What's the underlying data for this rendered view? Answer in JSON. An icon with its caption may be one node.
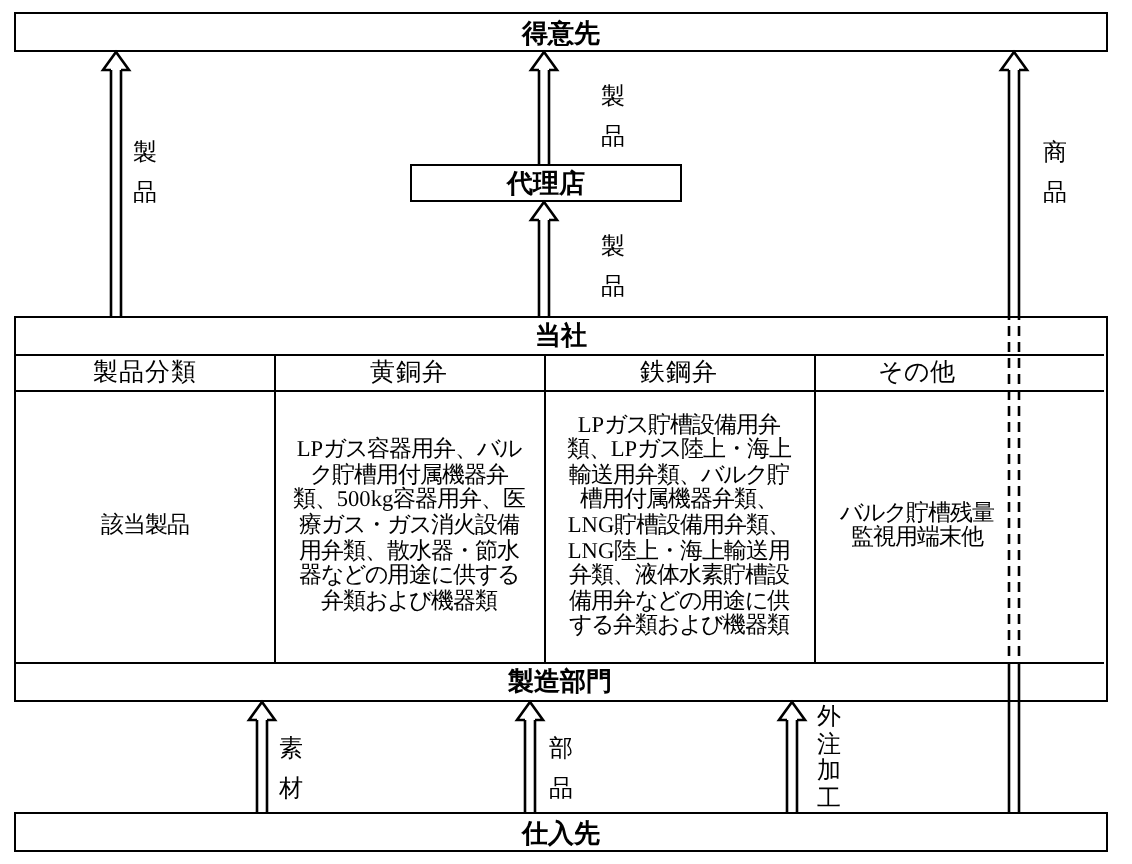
{
  "diagram": {
    "nodes": [
      {
        "text": [
          "得意先"
        ]
      },
      {
        "text": [
          "代理店"
        ]
      },
      {
        "text": [
          "当社"
        ]
      },
      {
        "text": [
          "製造部門"
        ],
        "in": 2
      },
      {
        "text": [
          "仕入先"
        ]
      }
    ],
    "edges": [
      {
        "from": 2,
        "to": 0,
        "arrow": "to",
        "label": "製品"
      },
      {
        "from": 2,
        "to": 1,
        "arrow": "to",
        "label": "製品"
      },
      {
        "from": 1,
        "to": 0,
        "arrow": "to",
        "label": "製品"
      },
      {
        "from": 4,
        "to": 0,
        "arrow": "to",
        "label": "商品",
        "style": "dashed"
      },
      {
        "from": 4,
        "to": 3,
        "arrow": "to",
        "label": "素材"
      },
      {
        "from": 4,
        "to": 3,
        "arrow": "to",
        "label": "部品"
      },
      {
        "from": 4,
        "to": 3,
        "arrow": "to",
        "label": "外注加工"
      }
    ],
    "labels": [
      "製品分類",
      "黄銅弁",
      "鉄鋼弁",
      "その他",
      "該当製品",
      "LPガス容器用弁、バルク貯槽用付属機器弁類、500kg容器用弁、医療ガス・ガス消火設備用弁類、散水器・節水器などの用途に供する弁類および機器類",
      "LPガス貯槽設備用弁類、LPガス陸上・海上輸送用弁類、バルク貯槽用付属機器弁類、LNG貯槽設備用弁類、LNG陸上・海上輸送用弁類、液体水素貯槽設備用弁などの用途に供する弁類および機器類",
      "バルク貯槽残量監視用端末他"
    ]
  }
}
